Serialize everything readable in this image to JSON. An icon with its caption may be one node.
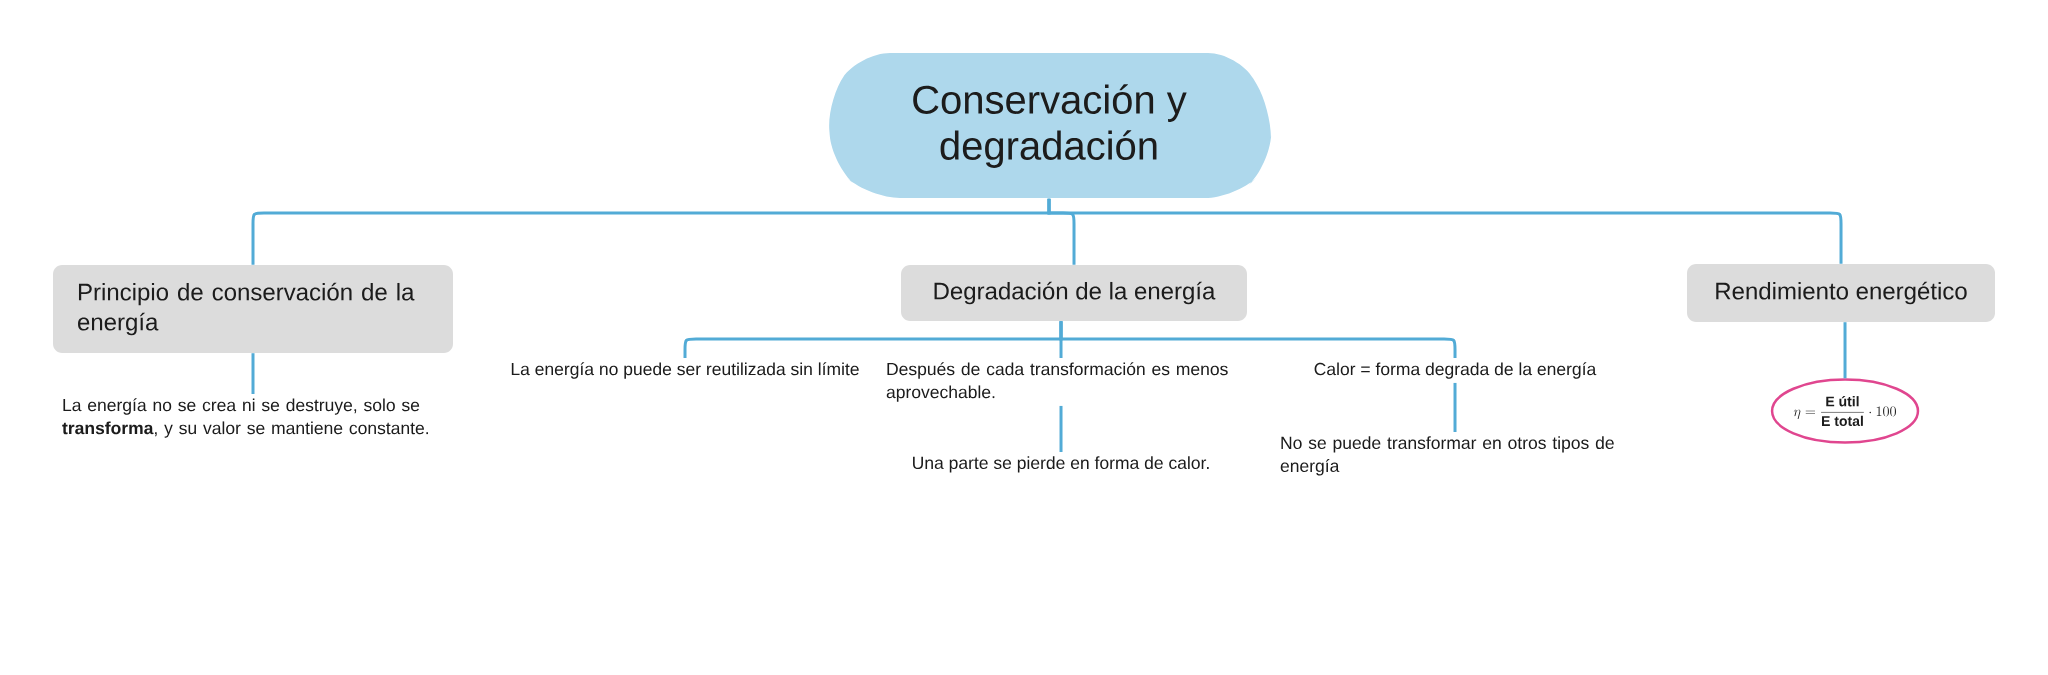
{
  "diagram": {
    "nodes": [
      {
        "text": [
          "Conservación y degradación"
        ]
      },
      {
        "text": [
          "Principio de conservación de la energía"
        ]
      },
      {
        "text": [
          "Degradación de la energía"
        ]
      },
      {
        "text": [
          "Rendimiento energético"
        ]
      },
      {
        "text": [
          "La energía no se crea ni se destruye, solo se **transforma**, y su valor se mantiene constante."
        ]
      },
      {
        "text": [
          "La energía no puede ser reutilizada sin límite"
        ]
      },
      {
        "text": [
          "Después de cada transformación es menos aprovechable."
        ]
      },
      {
        "text": [
          "Calor = forma degrada de la energía"
        ]
      },
      {
        "text": [
          "Una parte se pierde en forma de calor."
        ]
      },
      {
        "text": [
          "No se puede transformar en otros tipos de energía"
        ]
      },
      {
        "text": [
          "\\eta=\\frac{\\text{E útil}}{\\text{E total}}\\cdot 100"
        ]
      }
    ],
    "edges": [
      {
        "from": 0,
        "to": 1,
        "arrow": "none"
      },
      {
        "from": 0,
        "to": 2,
        "arrow": "none"
      },
      {
        "from": 0,
        "to": 3,
        "arrow": "none"
      },
      {
        "from": 1,
        "to": 4,
        "arrow": "none"
      },
      {
        "from": 2,
        "to": 5,
        "arrow": "none"
      },
      {
        "from": 2,
        "to": 6,
        "arrow": "none"
      },
      {
        "from": 2,
        "to": 7,
        "arrow": "none"
      },
      {
        "from": 6,
        "to": 8,
        "arrow": "none"
      },
      {
        "from": 7,
        "to": 9,
        "arrow": "none"
      },
      {
        "from": 3,
        "to": 10,
        "arrow": "none"
      }
    ]
  }
}
